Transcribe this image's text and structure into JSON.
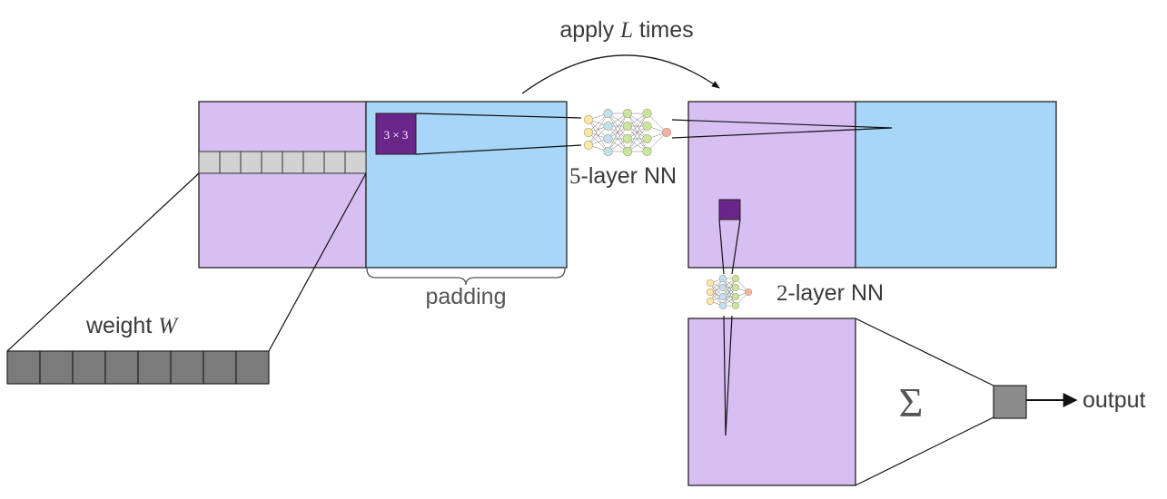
{
  "colors": {
    "purple": "#d8bff2",
    "blue": "#a8d6f8",
    "dark_purple": "#6a2589",
    "light_gray": "#d2d2d2",
    "dark_gray": "#7b7b7b",
    "output_gray": "#8c8c8c",
    "node_yellow": "#fbe7a8",
    "node_blue": "#bfe0f5",
    "node_green": "#c8e6a0",
    "node_red": "#f6b0a8"
  },
  "labels": {
    "apply_prefix": "apply ",
    "apply_var": "L",
    "apply_suffix": " times",
    "kernel": "3 × 3",
    "five_layer_num": "5",
    "five_layer_text": "-layer NN",
    "two_layer_num": "2",
    "two_layer_text": "-layer NN",
    "padding": "padding",
    "weight_prefix": "weight ",
    "weight_var": "W",
    "sum_symbol": "Σ",
    "output": "output"
  },
  "weight_vector": {
    "cell_count": 8
  },
  "row_strip": {
    "cell_count": 8
  },
  "nn5": {
    "layers": [
      3,
      4,
      4,
      4,
      1
    ]
  },
  "nn2": {
    "layers": [
      3,
      4,
      4,
      1
    ]
  },
  "icons": [
    "neural-network-icon",
    "arrow-icon",
    "sum-icon"
  ]
}
